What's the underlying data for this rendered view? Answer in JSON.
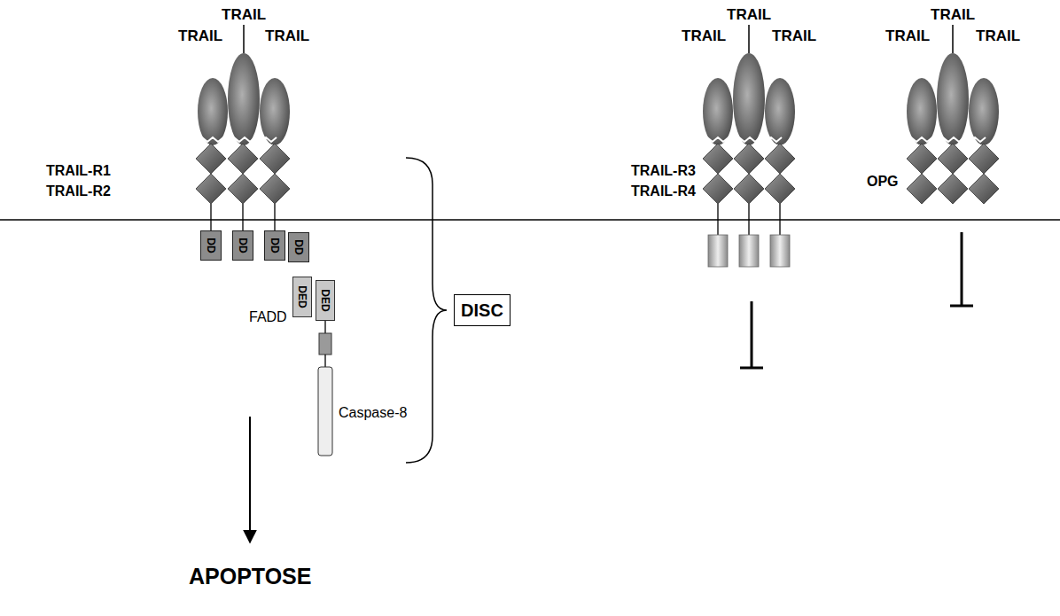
{
  "diagram": {
    "nodes": [
      {
        "text": [
          "DD"
        ]
      },
      {
        "text": [
          "DD"
        ]
      },
      {
        "text": [
          "DD"
        ]
      },
      {
        "text": [
          "DD"
        ]
      },
      {
        "text": [
          "DED"
        ]
      },
      {
        "text": [
          "DED"
        ]
      },
      {
        "text": [
          "DISC"
        ]
      }
    ],
    "labels": [
      "TRAIL",
      "TRAIL",
      "TRAIL",
      "TRAIL",
      "TRAIL",
      "TRAIL",
      "TRAIL",
      "TRAIL",
      "TRAIL",
      "TRAIL-R1",
      "TRAIL-R2",
      "TRAIL-R3",
      "TRAIL-R4",
      "OPG",
      "FADD",
      "Caspase-8",
      "APOPTOSE"
    ]
  }
}
